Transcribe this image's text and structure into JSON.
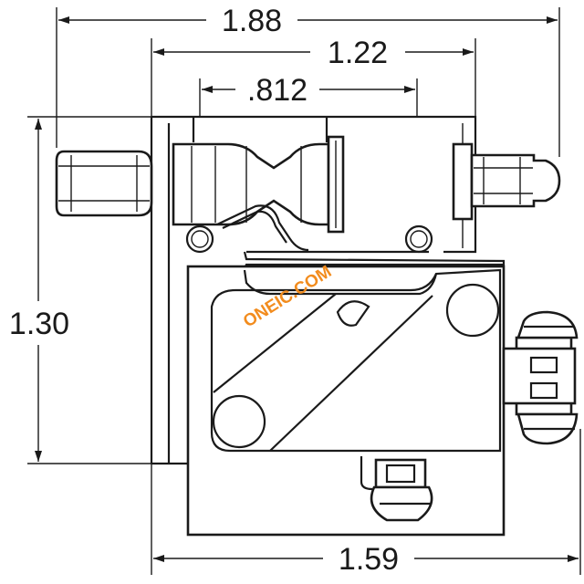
{
  "dimensions": {
    "overall_width": "1.88",
    "bracket_width": "1.22",
    "roller_spacing": ".812",
    "height": "1.30",
    "switch_width": "1.59"
  },
  "watermark": "ONEIC.COM",
  "colors": {
    "line": "#1a1a1a",
    "watermark": "#f28c1e",
    "background": "#ffffff"
  }
}
